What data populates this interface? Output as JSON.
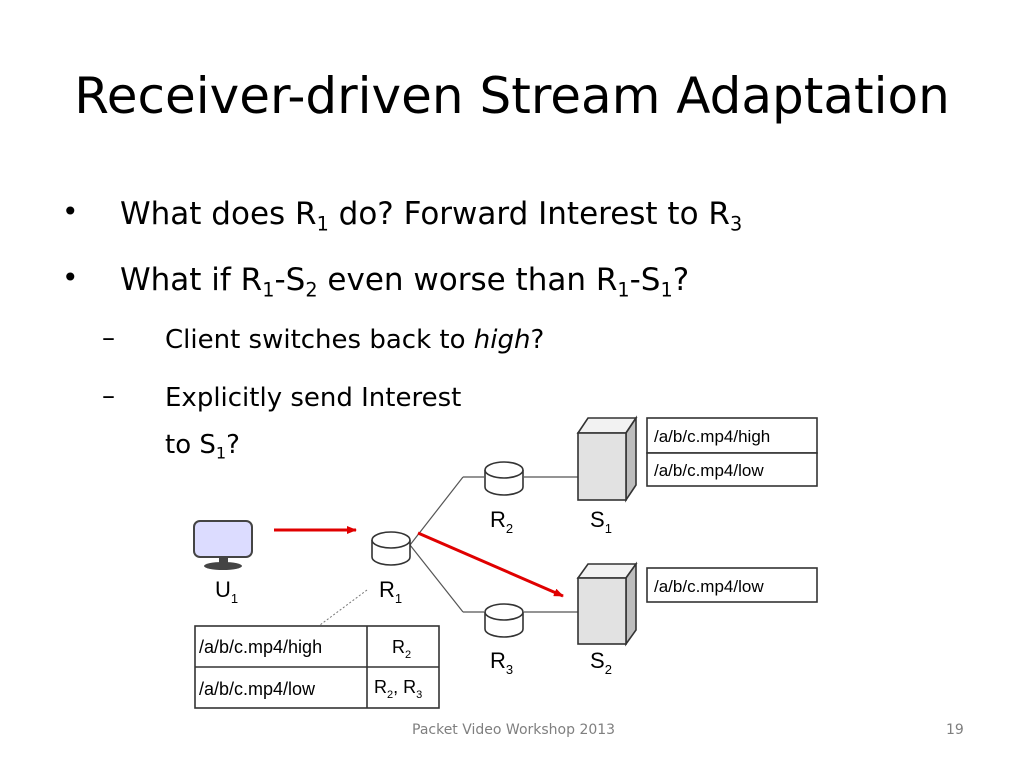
{
  "slide": {
    "title": "Receiver-driven Stream Adaptation",
    "bullets": [
      {
        "parts": [
          "What does R",
          "1",
          " do? Forward Interest to R",
          "3"
        ]
      },
      {
        "parts": [
          "What if R",
          "1",
          "-S",
          "2",
          " even worse than R",
          "1",
          "-S",
          "1",
          "?"
        ]
      }
    ],
    "subbullets": [
      {
        "before": "Client switches back to ",
        "em": "high",
        "after": "?"
      },
      {
        "line1": "Explicitly send Interest",
        "line2_before": "to S",
        "line2_sub": "1",
        "line2_after": "?"
      }
    ],
    "bullet_mark": "•",
    "dash_mark": "–"
  },
  "diagram": {
    "nodes": {
      "u1": {
        "label": "U",
        "sub": "1"
      },
      "r1": {
        "label": "R",
        "sub": "1"
      },
      "r2": {
        "label": "R",
        "sub": "2"
      },
      "r3": {
        "label": "R",
        "sub": "3"
      },
      "s1": {
        "label": "S",
        "sub": "1"
      },
      "s2": {
        "label": "S",
        "sub": "2"
      }
    },
    "s1_content": [
      "/a/b/c.mp4/high",
      "/a/b/c.mp4/low"
    ],
    "s2_content": [
      "/a/b/c.mp4/low"
    ],
    "fib": [
      {
        "prefix": "/a/b/c.mp4/high",
        "faces": [
          {
            "l": "R",
            "s": "2"
          }
        ]
      },
      {
        "prefix": "/a/b/c.mp4/low",
        "faces": [
          {
            "l": "R",
            "s": "2"
          },
          {
            "l": "R",
            "s": "3"
          }
        ]
      }
    ],
    "fib_sep": ", ",
    "colors": {
      "arrow": "#e00000",
      "monitor": "#dcdcff",
      "server": "#e2e2e2",
      "router": "#ffffff"
    }
  },
  "footer": {
    "event": "Packet Video Workshop 2013",
    "page": "19"
  }
}
